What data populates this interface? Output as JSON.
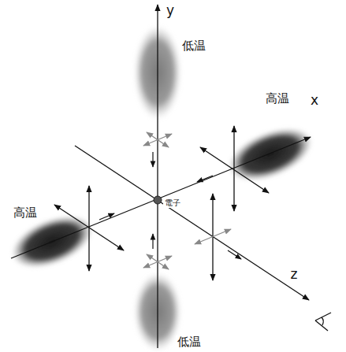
{
  "diagram": {
    "labels": [
      "y",
      "低温",
      "高温",
      "x",
      "電子",
      "高温",
      "z",
      "低温"
    ]
  }
}
